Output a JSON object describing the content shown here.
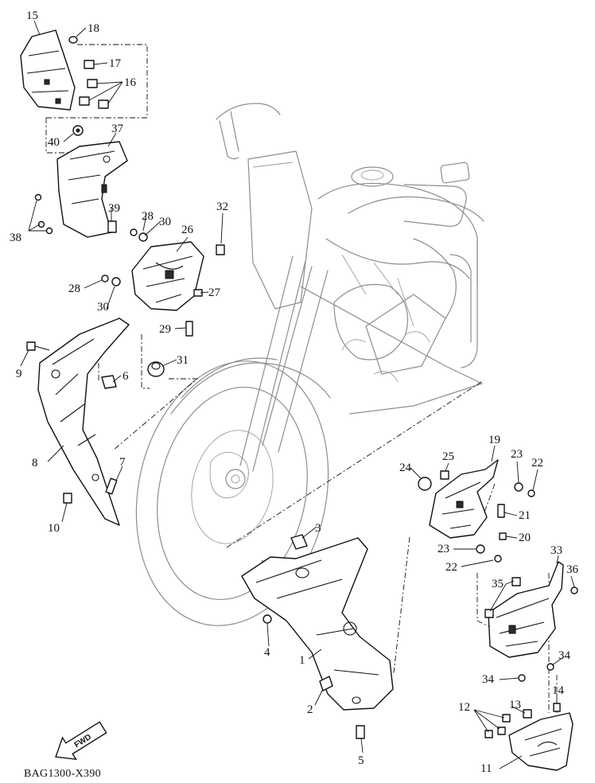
{
  "diagram_code": "BAG1300-X390",
  "fwd_label": "FWD",
  "callouts": {
    "c1": "1",
    "c2": "2",
    "c3": "3",
    "c4": "4",
    "c5": "5",
    "c6": "6",
    "c7": "7",
    "c8": "8",
    "c9": "9",
    "c10": "10",
    "c11": "11",
    "c12": "12",
    "c13": "13",
    "c14": "14",
    "c15": "15",
    "c16": "16",
    "c17": "17",
    "c18": "18",
    "c19": "19",
    "c20": "20",
    "c21": "21",
    "c22a": "22",
    "c22b": "22",
    "c23a": "23",
    "c23b": "23",
    "c24": "24",
    "c25": "25",
    "c26": "26",
    "c27": "27",
    "c28a": "28",
    "c28b": "28",
    "c29": "29",
    "c30a": "30",
    "c30b": "30",
    "c31": "31",
    "c32": "32",
    "c33": "33",
    "c34a": "34",
    "c34b": "34",
    "c35": "35",
    "c36": "36",
    "c37": "37",
    "c38": "38",
    "c39": "39",
    "c40": "40"
  }
}
